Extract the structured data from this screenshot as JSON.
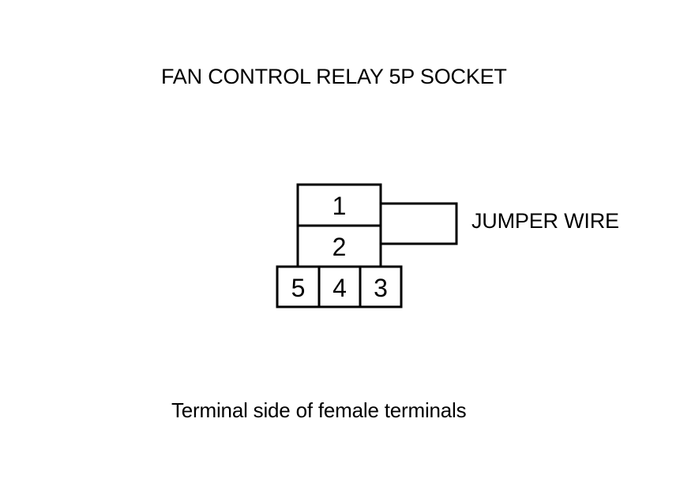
{
  "title": "FAN CONTROL RELAY 5P SOCKET",
  "jumper_label": "JUMPER WIRE",
  "caption": "Terminal side of female terminals",
  "terminals": {
    "t1": "1",
    "t2": "2",
    "t3": "3",
    "t4": "4",
    "t5": "5"
  }
}
